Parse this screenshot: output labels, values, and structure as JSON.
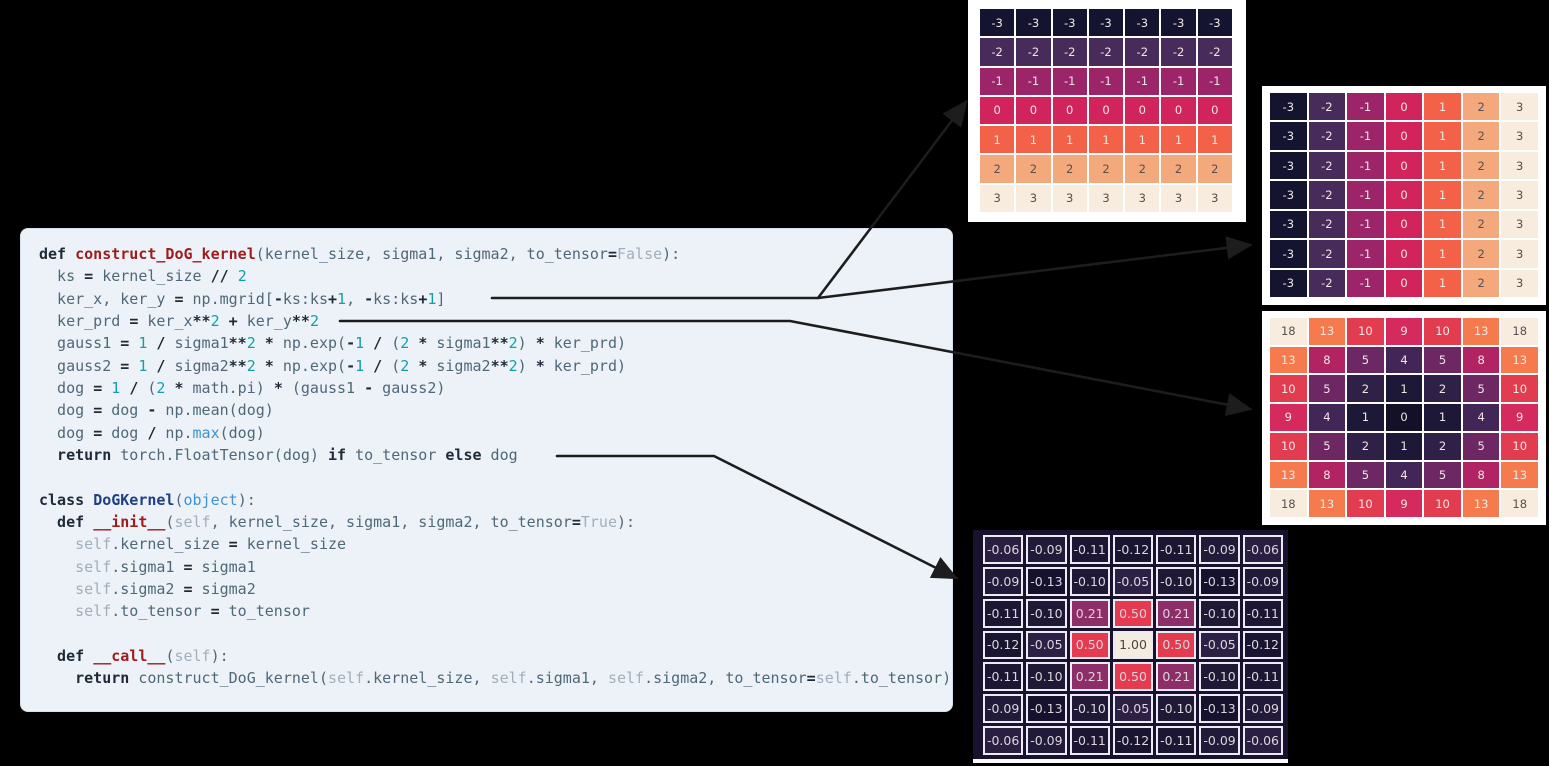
{
  "page": {
    "background": "#000000"
  },
  "palette": {
    "code_panel_bg": "#edf2f8",
    "code_panel_border": "#d7e0ec",
    "keyword": "#1e2a38",
    "function_name": "#9e1c1c",
    "class_name": "#1f3f85",
    "identifier": "#4e6878",
    "number": "#12a0a8",
    "builtin": "#3d93d3",
    "muted": "#a3aebb",
    "connector": "#1d1d1d"
  },
  "code": {
    "lines": [
      [
        [
          "k",
          "def "
        ],
        [
          "fn",
          "construct_DoG_kernel"
        ],
        [
          "v",
          "(kernel_size, sigma1, sigma2, to_tensor"
        ],
        [
          "o",
          "="
        ],
        [
          "l",
          "False"
        ],
        [
          "v",
          "):"
        ]
      ],
      [
        [
          "v",
          "  ks "
        ],
        [
          "o",
          "="
        ],
        [
          "v",
          " kernel_size "
        ],
        [
          "o",
          "//"
        ],
        [
          "v",
          " "
        ],
        [
          "n",
          "2"
        ]
      ],
      [
        [
          "v",
          "  ker_x, ker_y "
        ],
        [
          "o",
          "="
        ],
        [
          "v",
          " np.mgrid["
        ],
        [
          "o",
          "-"
        ],
        [
          "v",
          "ks:ks"
        ],
        [
          "o",
          "+"
        ],
        [
          "n",
          "1"
        ],
        [
          "v",
          ", "
        ],
        [
          "o",
          "-"
        ],
        [
          "v",
          "ks:ks"
        ],
        [
          "o",
          "+"
        ],
        [
          "n",
          "1"
        ],
        [
          "v",
          "]"
        ]
      ],
      [
        [
          "v",
          "  ker_prd "
        ],
        [
          "o",
          "="
        ],
        [
          "v",
          " ker_x"
        ],
        [
          "o",
          "**"
        ],
        [
          "n",
          "2"
        ],
        [
          "v",
          " "
        ],
        [
          "o",
          "+"
        ],
        [
          "v",
          " ker_y"
        ],
        [
          "o",
          "**"
        ],
        [
          "n",
          "2"
        ]
      ],
      [
        [
          "v",
          "  gauss1 "
        ],
        [
          "o",
          "="
        ],
        [
          "v",
          " "
        ],
        [
          "n",
          "1"
        ],
        [
          "v",
          " "
        ],
        [
          "o",
          "/"
        ],
        [
          "v",
          " sigma1"
        ],
        [
          "o",
          "**"
        ],
        [
          "n",
          "2"
        ],
        [
          "v",
          " "
        ],
        [
          "o",
          "*"
        ],
        [
          "v",
          " np.exp("
        ],
        [
          "o",
          "-"
        ],
        [
          "n",
          "1"
        ],
        [
          "v",
          " "
        ],
        [
          "o",
          "/"
        ],
        [
          "v",
          " ("
        ],
        [
          "n",
          "2"
        ],
        [
          "v",
          " "
        ],
        [
          "o",
          "*"
        ],
        [
          "v",
          " sigma1"
        ],
        [
          "o",
          "**"
        ],
        [
          "n",
          "2"
        ],
        [
          "v",
          ") "
        ],
        [
          "o",
          "*"
        ],
        [
          "v",
          " ker_prd)"
        ]
      ],
      [
        [
          "v",
          "  gauss2 "
        ],
        [
          "o",
          "="
        ],
        [
          "v",
          " "
        ],
        [
          "n",
          "1"
        ],
        [
          "v",
          " "
        ],
        [
          "o",
          "/"
        ],
        [
          "v",
          " sigma2"
        ],
        [
          "o",
          "**"
        ],
        [
          "n",
          "2"
        ],
        [
          "v",
          " "
        ],
        [
          "o",
          "*"
        ],
        [
          "v",
          " np.exp("
        ],
        [
          "o",
          "-"
        ],
        [
          "n",
          "1"
        ],
        [
          "v",
          " "
        ],
        [
          "o",
          "/"
        ],
        [
          "v",
          " ("
        ],
        [
          "n",
          "2"
        ],
        [
          "v",
          " "
        ],
        [
          "o",
          "*"
        ],
        [
          "v",
          " sigma2"
        ],
        [
          "o",
          "**"
        ],
        [
          "n",
          "2"
        ],
        [
          "v",
          ") "
        ],
        [
          "o",
          "*"
        ],
        [
          "v",
          " ker_prd)"
        ]
      ],
      [
        [
          "v",
          "  dog "
        ],
        [
          "o",
          "="
        ],
        [
          "v",
          " "
        ],
        [
          "n",
          "1"
        ],
        [
          "v",
          " "
        ],
        [
          "o",
          "/"
        ],
        [
          "v",
          " ("
        ],
        [
          "n",
          "2"
        ],
        [
          "v",
          " "
        ],
        [
          "o",
          "*"
        ],
        [
          "v",
          " math.pi) "
        ],
        [
          "o",
          "*"
        ],
        [
          "v",
          " (gauss1 "
        ],
        [
          "o",
          "-"
        ],
        [
          "v",
          " gauss2)"
        ]
      ],
      [
        [
          "v",
          "  dog "
        ],
        [
          "o",
          "="
        ],
        [
          "v",
          " dog "
        ],
        [
          "o",
          "-"
        ],
        [
          "v",
          " np.mean(dog)"
        ]
      ],
      [
        [
          "v",
          "  dog "
        ],
        [
          "o",
          "="
        ],
        [
          "v",
          " dog "
        ],
        [
          "o",
          "/"
        ],
        [
          "v",
          " np."
        ],
        [
          "b",
          "max"
        ],
        [
          "v",
          "(dog)"
        ]
      ],
      [
        [
          "k",
          "  return"
        ],
        [
          "v",
          " torch.FloatTensor(dog) "
        ],
        [
          "k",
          "if"
        ],
        [
          "v",
          " to_tensor "
        ],
        [
          "k",
          "else"
        ],
        [
          "v",
          " dog"
        ]
      ],
      [],
      [
        [
          "k",
          "class "
        ],
        [
          "cls",
          "DoGKernel"
        ],
        [
          "v",
          "("
        ],
        [
          "b",
          "object"
        ],
        [
          "v",
          "):"
        ]
      ],
      [
        [
          "k",
          "  def "
        ],
        [
          "fn",
          "__init__"
        ],
        [
          "v",
          "("
        ],
        [
          "l",
          "self"
        ],
        [
          "v",
          ", kernel_size, sigma1, sigma2, to_tensor"
        ],
        [
          "o",
          "="
        ],
        [
          "l",
          "True"
        ],
        [
          "v",
          "):"
        ]
      ],
      [
        [
          "l",
          "    self"
        ],
        [
          "v",
          ".kernel_size "
        ],
        [
          "o",
          "="
        ],
        [
          "v",
          " kernel_size"
        ]
      ],
      [
        [
          "l",
          "    self"
        ],
        [
          "v",
          ".sigma1 "
        ],
        [
          "o",
          "="
        ],
        [
          "v",
          " sigma1"
        ]
      ],
      [
        [
          "l",
          "    self"
        ],
        [
          "v",
          ".sigma2 "
        ],
        [
          "o",
          "="
        ],
        [
          "v",
          " sigma2"
        ]
      ],
      [
        [
          "l",
          "    self"
        ],
        [
          "v",
          ".to_tensor "
        ],
        [
          "o",
          "="
        ],
        [
          "v",
          " to_tensor"
        ]
      ],
      [],
      [
        [
          "k",
          "  def "
        ],
        [
          "fn",
          "__call__"
        ],
        [
          "v",
          "("
        ],
        [
          "l",
          "self"
        ],
        [
          "v",
          "):"
        ]
      ],
      [
        [
          "k",
          "    return"
        ],
        [
          "v",
          " construct_DoG_kernel("
        ],
        [
          "l",
          "self"
        ],
        [
          "v",
          ".kernel_size, "
        ],
        [
          "l",
          "self"
        ],
        [
          "v",
          ".sigma1, "
        ],
        [
          "l",
          "self"
        ],
        [
          "v",
          ".sigma2, to_tensor"
        ],
        [
          "o",
          "="
        ],
        [
          "l",
          "self"
        ],
        [
          "v",
          ".to_tensor)"
        ]
      ]
    ]
  },
  "chart_data": [
    {
      "id": "m1",
      "type": "heatmap",
      "name": "meshgrid-rows-constant",
      "values": [
        [
          -3,
          -3,
          -3,
          -3,
          -3,
          -3,
          -3
        ],
        [
          -2,
          -2,
          -2,
          -2,
          -2,
          -2,
          -2
        ],
        [
          -1,
          -1,
          -1,
          -1,
          -1,
          -1,
          -1
        ],
        [
          0,
          0,
          0,
          0,
          0,
          0,
          0
        ],
        [
          1,
          1,
          1,
          1,
          1,
          1,
          1
        ],
        [
          2,
          2,
          2,
          2,
          2,
          2,
          2
        ],
        [
          3,
          3,
          3,
          3,
          3,
          3,
          3
        ]
      ],
      "colors": {
        "-3": "#141430",
        "-2": "#472b5a",
        "-1": "#9c2468",
        "0": "#d2245c",
        "1": "#f26148",
        "2": "#f4a97c",
        "3": "#f7ecde"
      },
      "dark_text": [
        "2",
        "3"
      ]
    },
    {
      "id": "m2",
      "type": "heatmap",
      "name": "meshgrid-cols-constant",
      "values": [
        [
          -3,
          -2,
          -1,
          0,
          1,
          2,
          3
        ],
        [
          -3,
          -2,
          -1,
          0,
          1,
          2,
          3
        ],
        [
          -3,
          -2,
          -1,
          0,
          1,
          2,
          3
        ],
        [
          -3,
          -2,
          -1,
          0,
          1,
          2,
          3
        ],
        [
          -3,
          -2,
          -1,
          0,
          1,
          2,
          3
        ],
        [
          -3,
          -2,
          -1,
          0,
          1,
          2,
          3
        ],
        [
          -3,
          -2,
          -1,
          0,
          1,
          2,
          3
        ]
      ],
      "colors": {
        "-3": "#141430",
        "-2": "#472b5a",
        "-1": "#9c2468",
        "0": "#d2245c",
        "1": "#f26148",
        "2": "#f4a97c",
        "3": "#f7ecde"
      },
      "dark_text": [
        "2",
        "3"
      ]
    },
    {
      "id": "m3",
      "type": "heatmap",
      "name": "ker-prd-squared-sum",
      "values": [
        [
          18,
          13,
          10,
          9,
          10,
          13,
          18
        ],
        [
          13,
          8,
          5,
          4,
          5,
          8,
          13
        ],
        [
          10,
          5,
          2,
          1,
          2,
          5,
          10
        ],
        [
          9,
          4,
          1,
          0,
          1,
          4,
          9
        ],
        [
          10,
          5,
          2,
          1,
          2,
          5,
          10
        ],
        [
          13,
          8,
          5,
          4,
          5,
          8,
          13
        ],
        [
          18,
          13,
          10,
          9,
          10,
          13,
          18
        ]
      ],
      "colors": {
        "0": "#131028",
        "1": "#1e1838",
        "2": "#2e2046",
        "4": "#432658",
        "5": "#6d2864",
        "8": "#b22364",
        "9": "#d52a5e",
        "10": "#e23c50",
        "13": "#f57b4e",
        "18": "#f7ecde"
      },
      "dark_text": [
        "18"
      ]
    },
    {
      "id": "m4",
      "type": "heatmap",
      "name": "normalized-dog-kernel",
      "values": [
        [
          "-0.06",
          "-0.09",
          "-0.11",
          "-0.12",
          "-0.11",
          "-0.09",
          "-0.06"
        ],
        [
          "-0.09",
          "-0.13",
          "-0.10",
          "-0.05",
          "-0.10",
          "-0.13",
          "-0.09"
        ],
        [
          "-0.11",
          "-0.10",
          "0.21",
          "0.50",
          "0.21",
          "-0.10",
          "-0.11"
        ],
        [
          "-0.12",
          "-0.05",
          "0.50",
          "1.00",
          "0.50",
          "-0.05",
          "-0.12"
        ],
        [
          "-0.11",
          "-0.10",
          "0.21",
          "0.50",
          "0.21",
          "-0.10",
          "-0.11"
        ],
        [
          "-0.09",
          "-0.13",
          "-0.10",
          "-0.05",
          "-0.10",
          "-0.13",
          "-0.09"
        ],
        [
          "-0.06",
          "-0.09",
          "-0.11",
          "-0.12",
          "-0.11",
          "-0.09",
          "-0.06"
        ]
      ],
      "colors": {
        "1.00": "#f4ecdf",
        "0.50": "#e43b51",
        "0.21": "#8e2e68",
        "-0.05": "#2c2144",
        "-0.06": "#2a1f41",
        "-0.09": "#211a38",
        "-0.10": "#1f1936",
        "-0.11": "#1c1633",
        "-0.12": "#191430",
        "-0.13": "#16112d"
      },
      "dark_text": [
        "1.00"
      ]
    }
  ],
  "connectors": [
    {
      "from": "code-line-mgrid",
      "to": [
        "m1",
        "m2"
      ]
    },
    {
      "from": "code-line-ker-prd",
      "to": [
        "m3"
      ]
    },
    {
      "from": "code-line-return-dog",
      "to": [
        "m4"
      ]
    }
  ]
}
